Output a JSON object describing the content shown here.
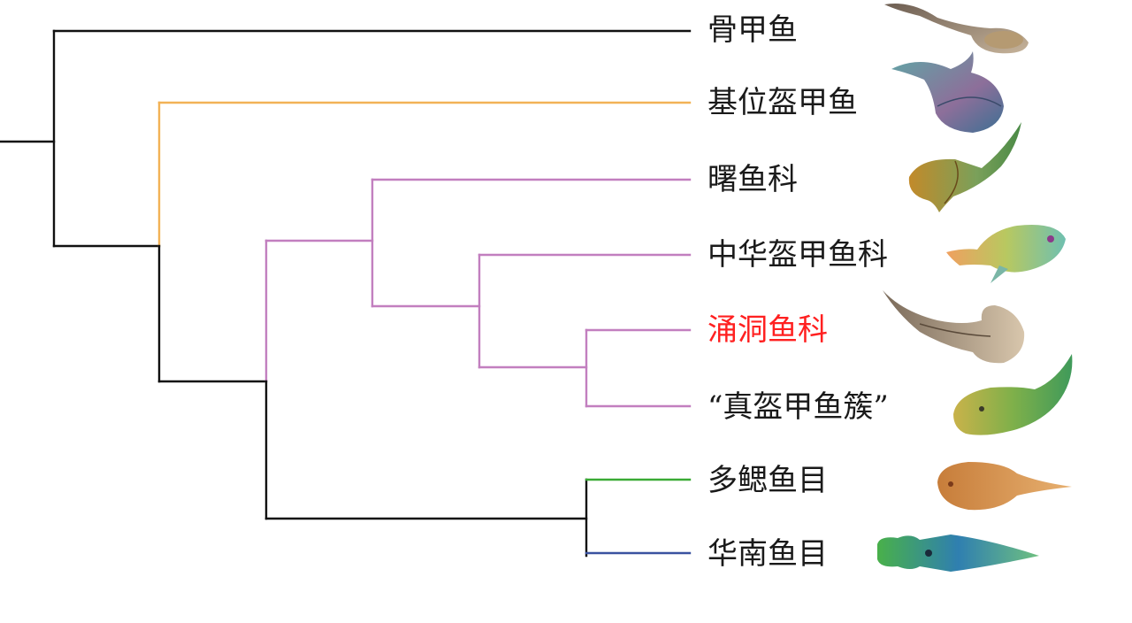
{
  "colors": {
    "outgroup": "#111111",
    "basal": "#f2b256",
    "eugaleaspid": "#c27fbf",
    "polybranchiaspid": "#3aaa35",
    "huananaspid": "#3a52a0",
    "highlight_label": "#ff2020"
  },
  "taxa": [
    {
      "label": "骨甲鱼",
      "illustration": "osteostracan-fish-icon"
    },
    {
      "label": "基位盔甲鱼",
      "illustration": "basal-galeaspid-fish-icon"
    },
    {
      "label": "曙鱼科",
      "illustration": "eugaleaspid-fish-icon"
    },
    {
      "label": "中华盔甲鱼科",
      "illustration": "sinogaleaspid-fish-icon"
    },
    {
      "label": "涌洞鱼科",
      "illustration": "yongdongaspid-fish-icon",
      "highlighted": true
    },
    {
      "label": "“真盔甲鱼簇”",
      "illustration": "eugaleaspiform-fish-icon"
    },
    {
      "label": "多鳃鱼目",
      "illustration": "polybranchiaspid-fish-icon"
    },
    {
      "label": "华南鱼目",
      "illustration": "huananaspid-fish-icon"
    }
  ]
}
